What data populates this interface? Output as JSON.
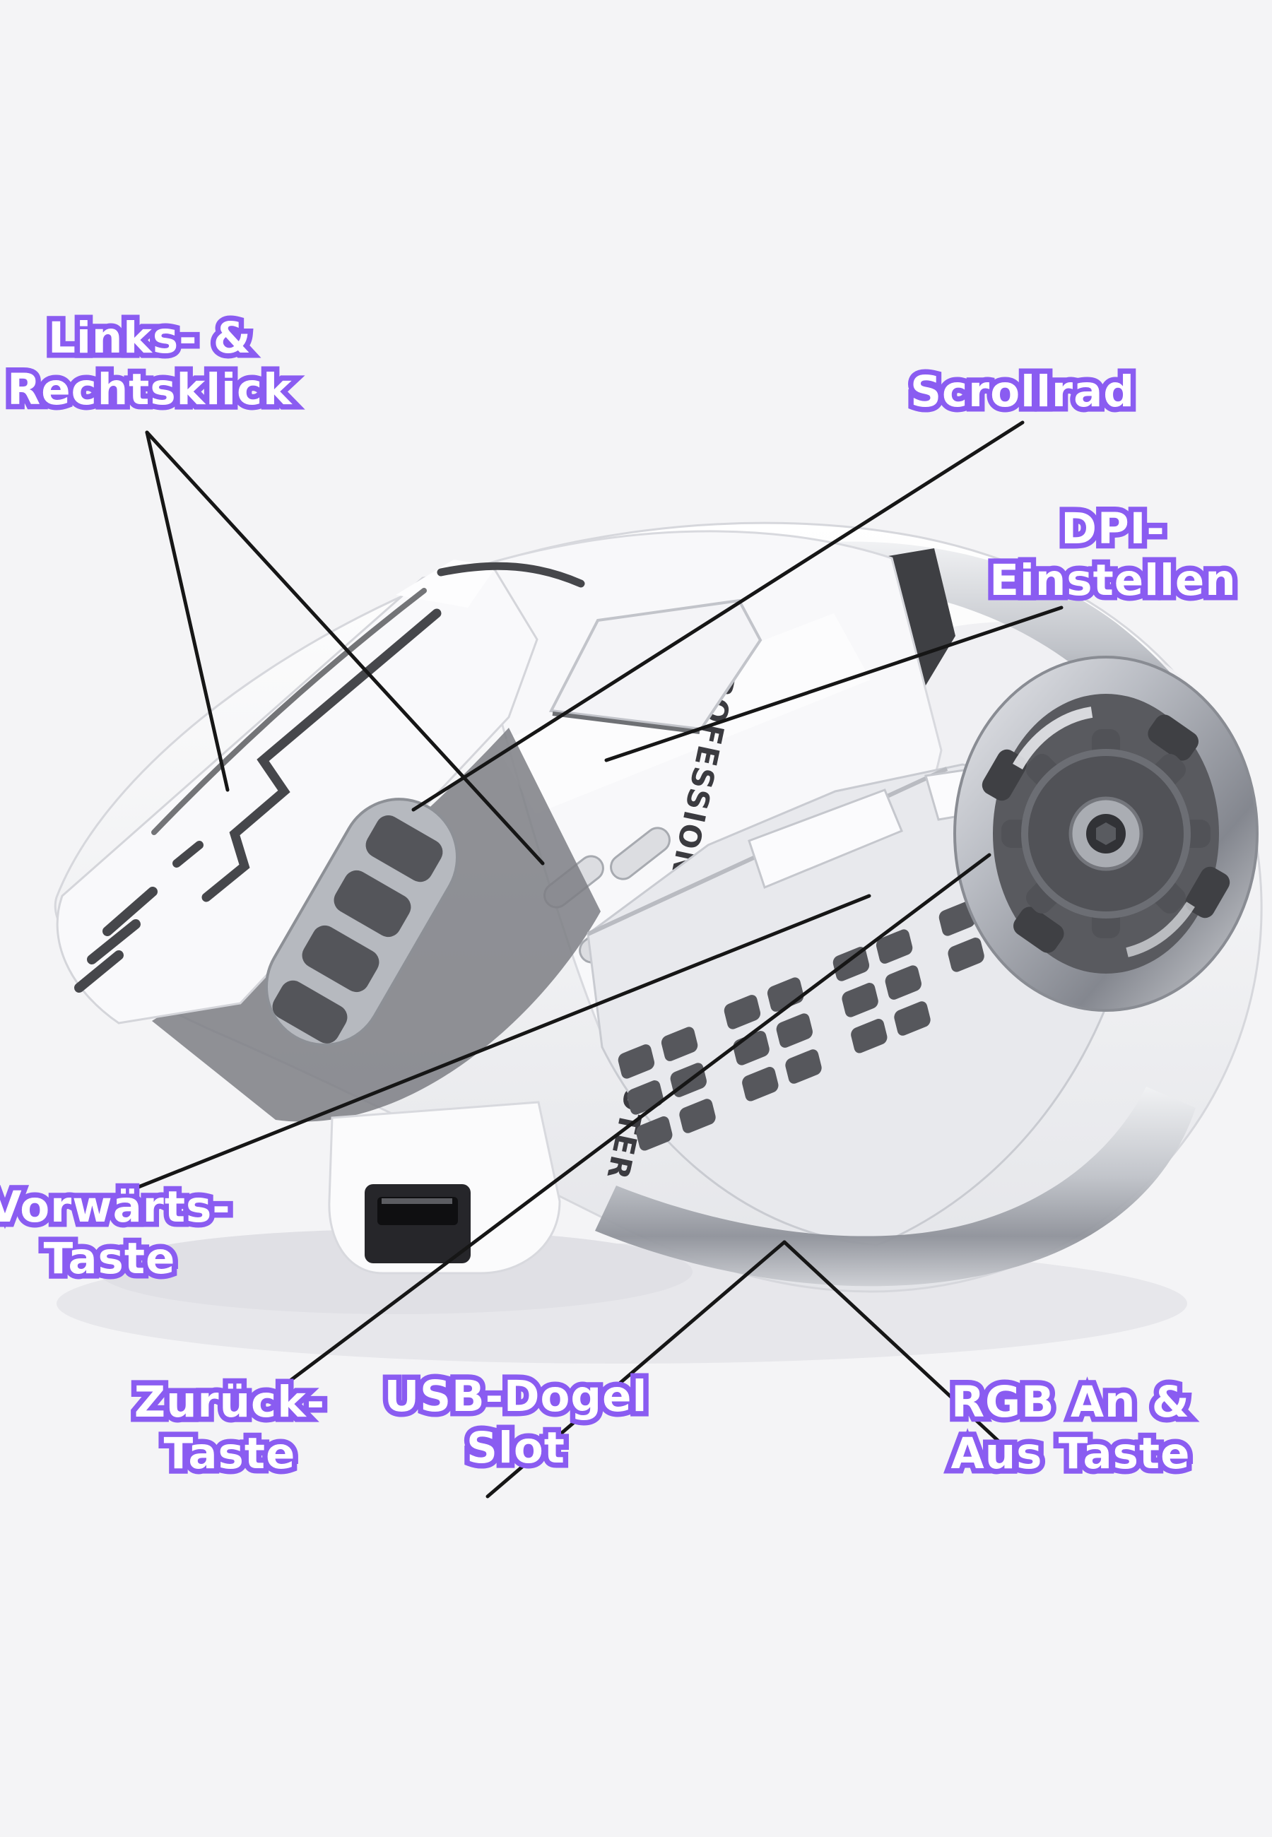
{
  "colors": {
    "background": "#f4f4f6",
    "accent_purple": "#8a5cf1",
    "annotation_line": "#161616",
    "mouse_body": "#f8f8fa",
    "mouse_dark_detail": "#515257"
  },
  "labels": {
    "links_rechtsklick": {
      "line1": "Links- &",
      "line2": "Rechtsklick"
    },
    "scrollrad": {
      "line1": "Scrollrad"
    },
    "dpi": {
      "line1": "DPI-",
      "line2": "Einstellen"
    },
    "vorwaerts": {
      "line1": "Vorwärts-",
      "line2": "Taste"
    },
    "zurueck": {
      "line1": "Zurück-",
      "line2": "Taste"
    },
    "usb": {
      "line1": "USB-Dogel",
      "line2": "Slot"
    },
    "rgb": {
      "line1": "RGB An &",
      "line2": "Aus Taste"
    }
  },
  "mouse": {
    "engraving": "PROFESSIONAL FPS SHOOTER"
  }
}
